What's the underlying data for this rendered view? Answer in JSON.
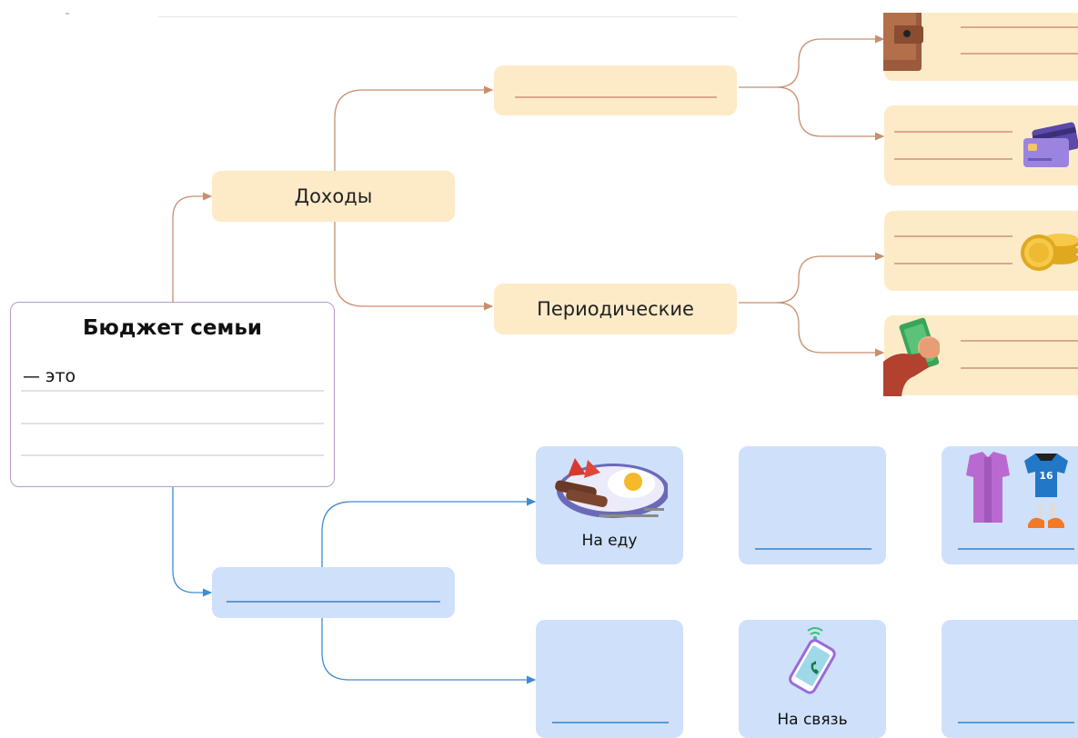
{
  "center": {
    "title": "Бюджет семьи",
    "sub": "— это"
  },
  "income": {
    "label": "Доходы",
    "regular_label": "",
    "periodic_label": "Периодические",
    "regular_items": [
      {
        "icon": "wallet-icon"
      },
      {
        "icon": "bank-cards-icon"
      }
    ],
    "periodic_items": [
      {
        "icon": "coins-icon"
      },
      {
        "icon": "hand-money-icon"
      }
    ]
  },
  "expenses": {
    "label": "",
    "items": [
      {
        "label": "На еду",
        "icon": "food-plate-icon"
      },
      {
        "label": "",
        "icon": ""
      },
      {
        "label": "",
        "icon": "clothes-icon"
      },
      {
        "label": "",
        "icon": ""
      },
      {
        "label": "На связь",
        "icon": "phone-icon"
      },
      {
        "label": "",
        "icon": ""
      }
    ]
  },
  "colors": {
    "income_box": "#fdebc8",
    "expense_box": "#cfe0fb",
    "income_line": "#c98e6c",
    "expense_line": "#3d8bd3",
    "border": "#b69bc7"
  }
}
